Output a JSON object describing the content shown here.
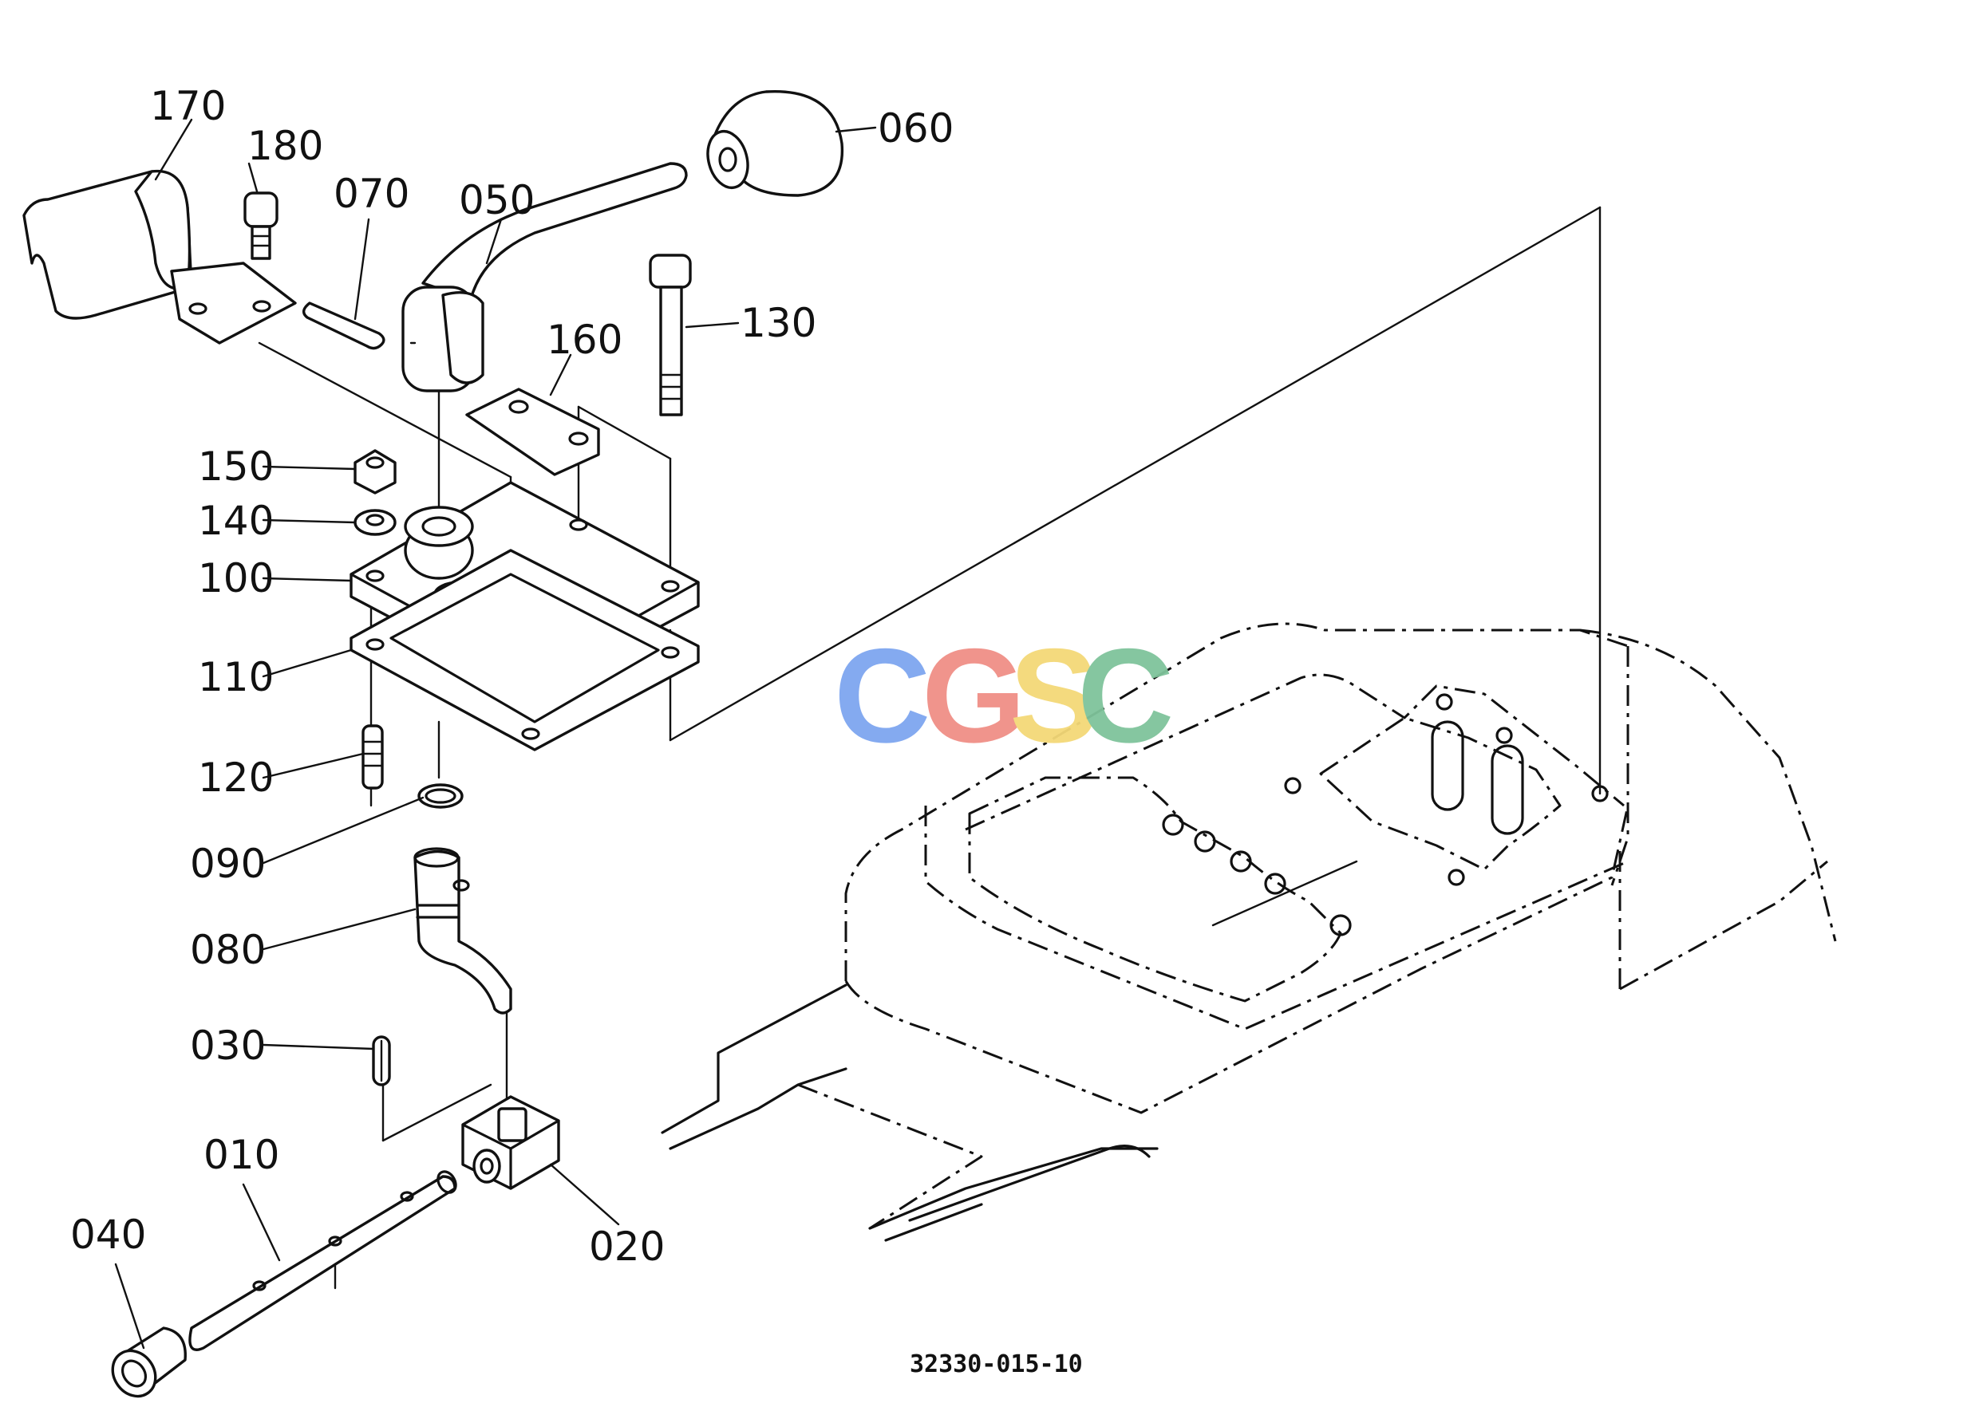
{
  "drawing_number": "32330-015-10",
  "watermark": {
    "letters": [
      {
        "char": "C",
        "color": "#7ea6f0"
      },
      {
        "char": "G",
        "color": "#f08f86"
      },
      {
        "char": "S",
        "color": "#f4d978"
      },
      {
        "char": "C",
        "color": "#7fc49b"
      }
    ]
  },
  "callouts": [
    "170",
    "180",
    "070",
    "050",
    "060",
    "130",
    "160",
    "150",
    "140",
    "100",
    "110",
    "120",
    "090",
    "080",
    "030",
    "010",
    "040",
    "020"
  ]
}
